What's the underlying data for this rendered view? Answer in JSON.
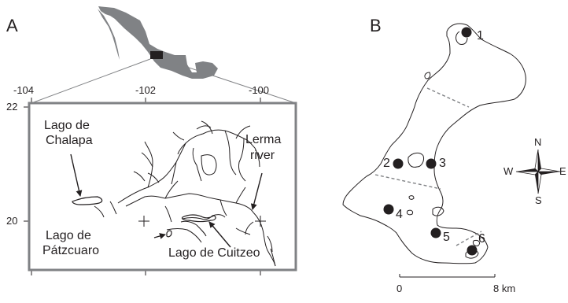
{
  "panel_a": {
    "label": "A",
    "lon_ticks": [
      "-104",
      "-102",
      "-100"
    ],
    "lat_ticks": [
      "22",
      "20"
    ],
    "places": {
      "chalapa_1": "Lago de",
      "chalapa_2": "Chalapa",
      "lerma_1": "Lerma",
      "lerma_2": "river",
      "patzcuaro_1": "Lago de",
      "patzcuaro_2": "Pátzcuaro",
      "cuitzeo": "Lago de Cuitzeo"
    }
  },
  "panel_b": {
    "label": "B",
    "sites": [
      "1",
      "2",
      "3",
      "4",
      "5",
      "6"
    ],
    "compass": {
      "n": "N",
      "s": "S",
      "e": "E",
      "w": "W"
    },
    "scale": {
      "start": "0",
      "end": "8 km"
    }
  },
  "colors": {
    "land": "#808285",
    "ink": "#231f20",
    "frame": "#808285"
  }
}
